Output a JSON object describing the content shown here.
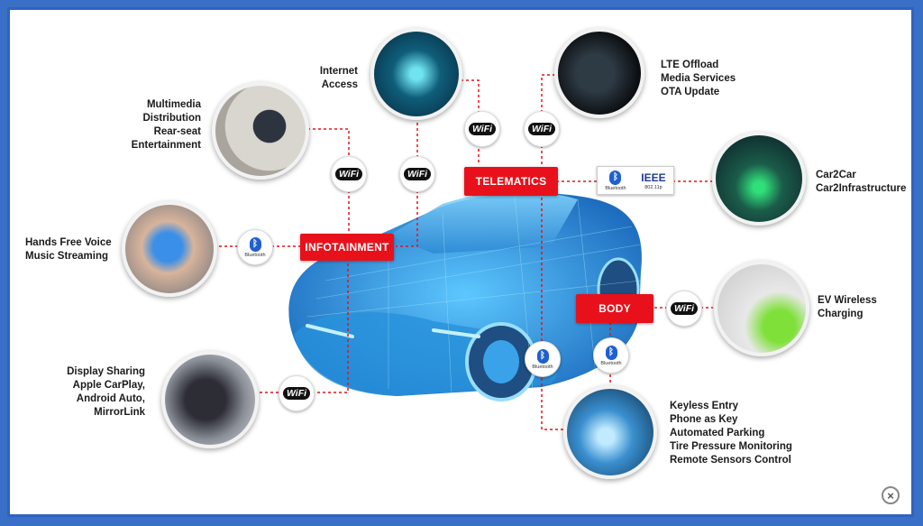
{
  "labels": {
    "multimedia": "Multimedia\nDistribution\nRear-seat\nEntertainment",
    "internet": "Internet\nAccess",
    "lte": "LTE Offload\nMedia Services\nOTA Update",
    "car2car": "Car2Car\nCar2Infrastructure",
    "handsfree": "Hands Free Voice\nMusic Streaming",
    "ev": "EV Wireless\nCharging",
    "display": "Display Sharing\nApple CarPlay,\nAndroid Auto,\nMirrorLink",
    "keyless": "Keyless Entry\nPhone as Key\nAutomated Parking\nTire Pressure Monitoring\nRemote Sensors Control"
  },
  "badges": {
    "infotainment": "INFOTAINMENT",
    "telematics": "TELEMATICS",
    "body": "BODY"
  },
  "protocols": {
    "wifi": "WiFi",
    "bluetooth": "Bluetooth",
    "ieee": "IEEE",
    "ieee_sub": "802.11p"
  },
  "colors": {
    "accent": "#e8111b",
    "frame": "#2f62c3",
    "car": "#1a9be0"
  },
  "icons": {
    "close": "×"
  }
}
